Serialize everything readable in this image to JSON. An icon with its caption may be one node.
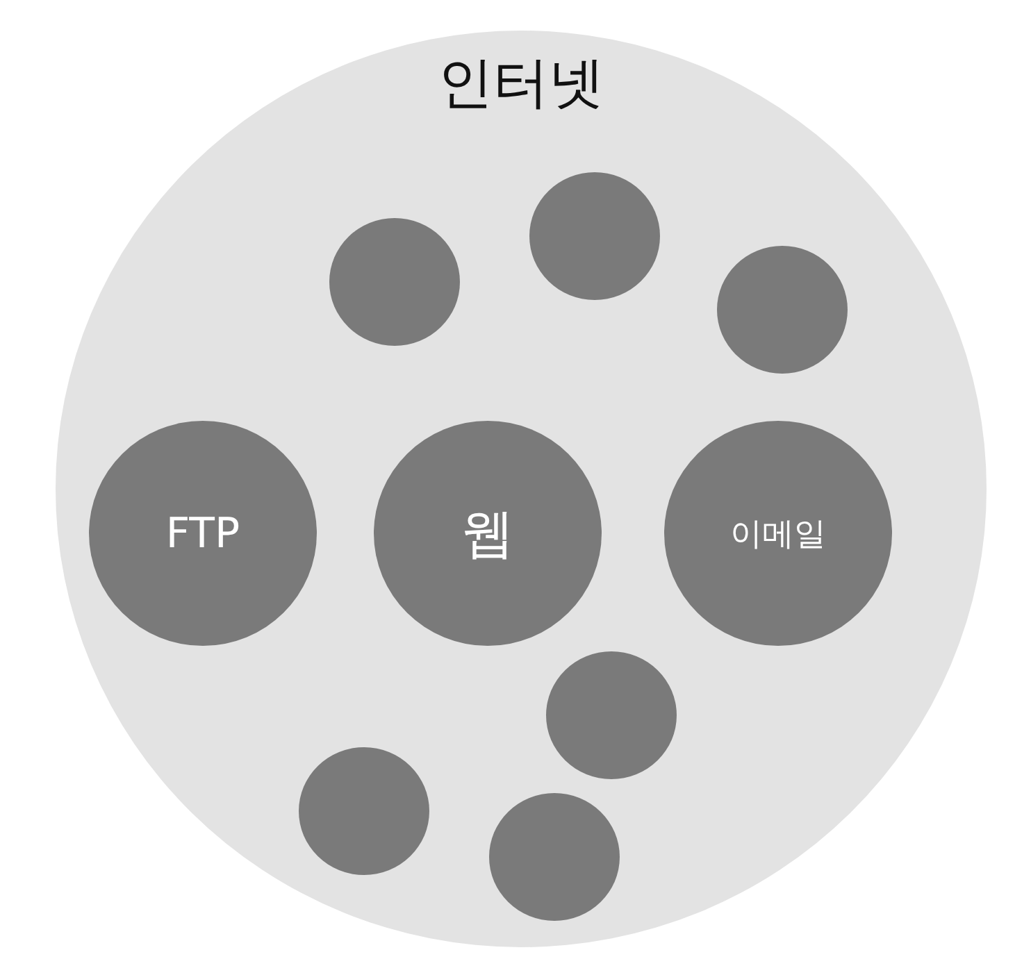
{
  "diagram": {
    "nodes": [
      {
        "text": [
          "인터넷"
        ]
      },
      {
        "text": [],
        "shape": "circle",
        "in": 0
      },
      {
        "text": [],
        "shape": "circle",
        "in": 0
      },
      {
        "text": [],
        "shape": "circle",
        "in": 0
      },
      {
        "text": [
          "FTP"
        ],
        "in": 0
      },
      {
        "text": [
          "웹"
        ],
        "in": 0
      },
      {
        "text": [
          "이메일"
        ],
        "in": 0
      },
      {
        "text": [],
        "shape": "circle",
        "in": 0
      },
      {
        "text": [],
        "shape": "circle",
        "in": 0
      },
      {
        "text": [],
        "shape": "circle",
        "in": 0
      }
    ]
  }
}
